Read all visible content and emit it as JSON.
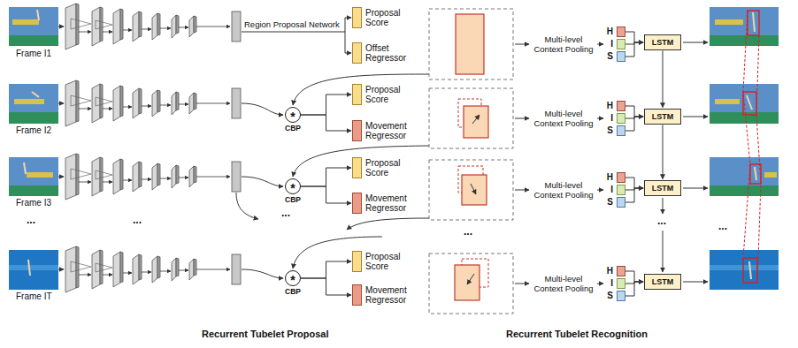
{
  "diagram": {
    "nodes": [
      {
        "text": [
          "Proposal Score"
        ]
      },
      {
        "text": [
          "Offset Regressor"
        ]
      },
      {
        "text": [
          "H"
        ]
      },
      {
        "text": [
          "I"
        ]
      },
      {
        "text": [
          "S"
        ]
      },
      {
        "text": [
          "LSTM"
        ]
      },
      {
        "text": [
          "*",
          "CBP"
        ]
      },
      {
        "text": [
          "Proposal Score"
        ]
      },
      {
        "text": [
          "Movement Regressor"
        ]
      },
      {
        "text": [
          "H"
        ]
      },
      {
        "text": [
          "I"
        ]
      },
      {
        "text": [
          "S"
        ]
      },
      {
        "text": [
          "LSTM"
        ]
      },
      {
        "text": [
          "*",
          "CBP"
        ]
      },
      {
        "text": [
          "Proposal Score"
        ]
      },
      {
        "text": [
          "Movement Regressor"
        ]
      },
      {
        "text": [
          "H"
        ]
      },
      {
        "text": [
          "I"
        ]
      },
      {
        "text": [
          "S"
        ]
      },
      {
        "text": [
          "LSTM"
        ]
      },
      {
        "text": [
          "*",
          "CBP"
        ]
      },
      {
        "text": [
          "Proposal Score"
        ]
      },
      {
        "text": [
          "Movement Regressor"
        ]
      },
      {
        "text": [
          "H"
        ]
      },
      {
        "text": [
          "I"
        ]
      },
      {
        "text": [
          "S"
        ]
      },
      {
        "text": [
          "LSTM"
        ]
      }
    ],
    "edges": [
      {
        "from": 6,
        "to": 7,
        "arrow": "to"
      },
      {
        "from": 6,
        "to": 8,
        "arrow": "to"
      },
      {
        "from": 2,
        "to": 5,
        "arrow": "to"
      },
      {
        "from": 3,
        "to": 5,
        "arrow": "to"
      },
      {
        "from": 4,
        "to": 5,
        "arrow": "to"
      },
      {
        "from": 9,
        "to": 12,
        "arrow": "to"
      },
      {
        "from": 10,
        "to": 12,
        "arrow": "to"
      },
      {
        "from": 11,
        "to": 12,
        "arrow": "to"
      },
      {
        "from": 13,
        "to": 14,
        "arrow": "to"
      },
      {
        "from": 13,
        "to": 15,
        "arrow": "to"
      },
      {
        "from": 16,
        "to": 19,
        "arrow": "to"
      },
      {
        "from": 17,
        "to": 19,
        "arrow": "to"
      },
      {
        "from": 18,
        "to": 19,
        "arrow": "to"
      },
      {
        "from": 20,
        "to": 21,
        "arrow": "to"
      },
      {
        "from": 20,
        "to": 22,
        "arrow": "to"
      },
      {
        "from": 23,
        "to": 26,
        "arrow": "to"
      },
      {
        "from": 24,
        "to": 26,
        "arrow": "to"
      },
      {
        "from": 25,
        "to": 26,
        "arrow": "to"
      },
      {
        "from": 5,
        "to": 12,
        "arrow": "to"
      },
      {
        "from": 12,
        "to": 19,
        "arrow": "to"
      }
    ],
    "labels": [
      "Frame I1",
      "Frame I2",
      "Frame I3",
      "...",
      "Frame IT",
      "Region Proposal Network",
      "...",
      "...",
      "Multi-level Context Pooling",
      "Multi-level Context Pooling",
      "Multi-level Context Pooling",
      "Multi-level Context Pooling",
      "...",
      "...",
      "...",
      "Recurrent Tubelet Proposal",
      "Recurrent Tubelet Recognition"
    ]
  }
}
